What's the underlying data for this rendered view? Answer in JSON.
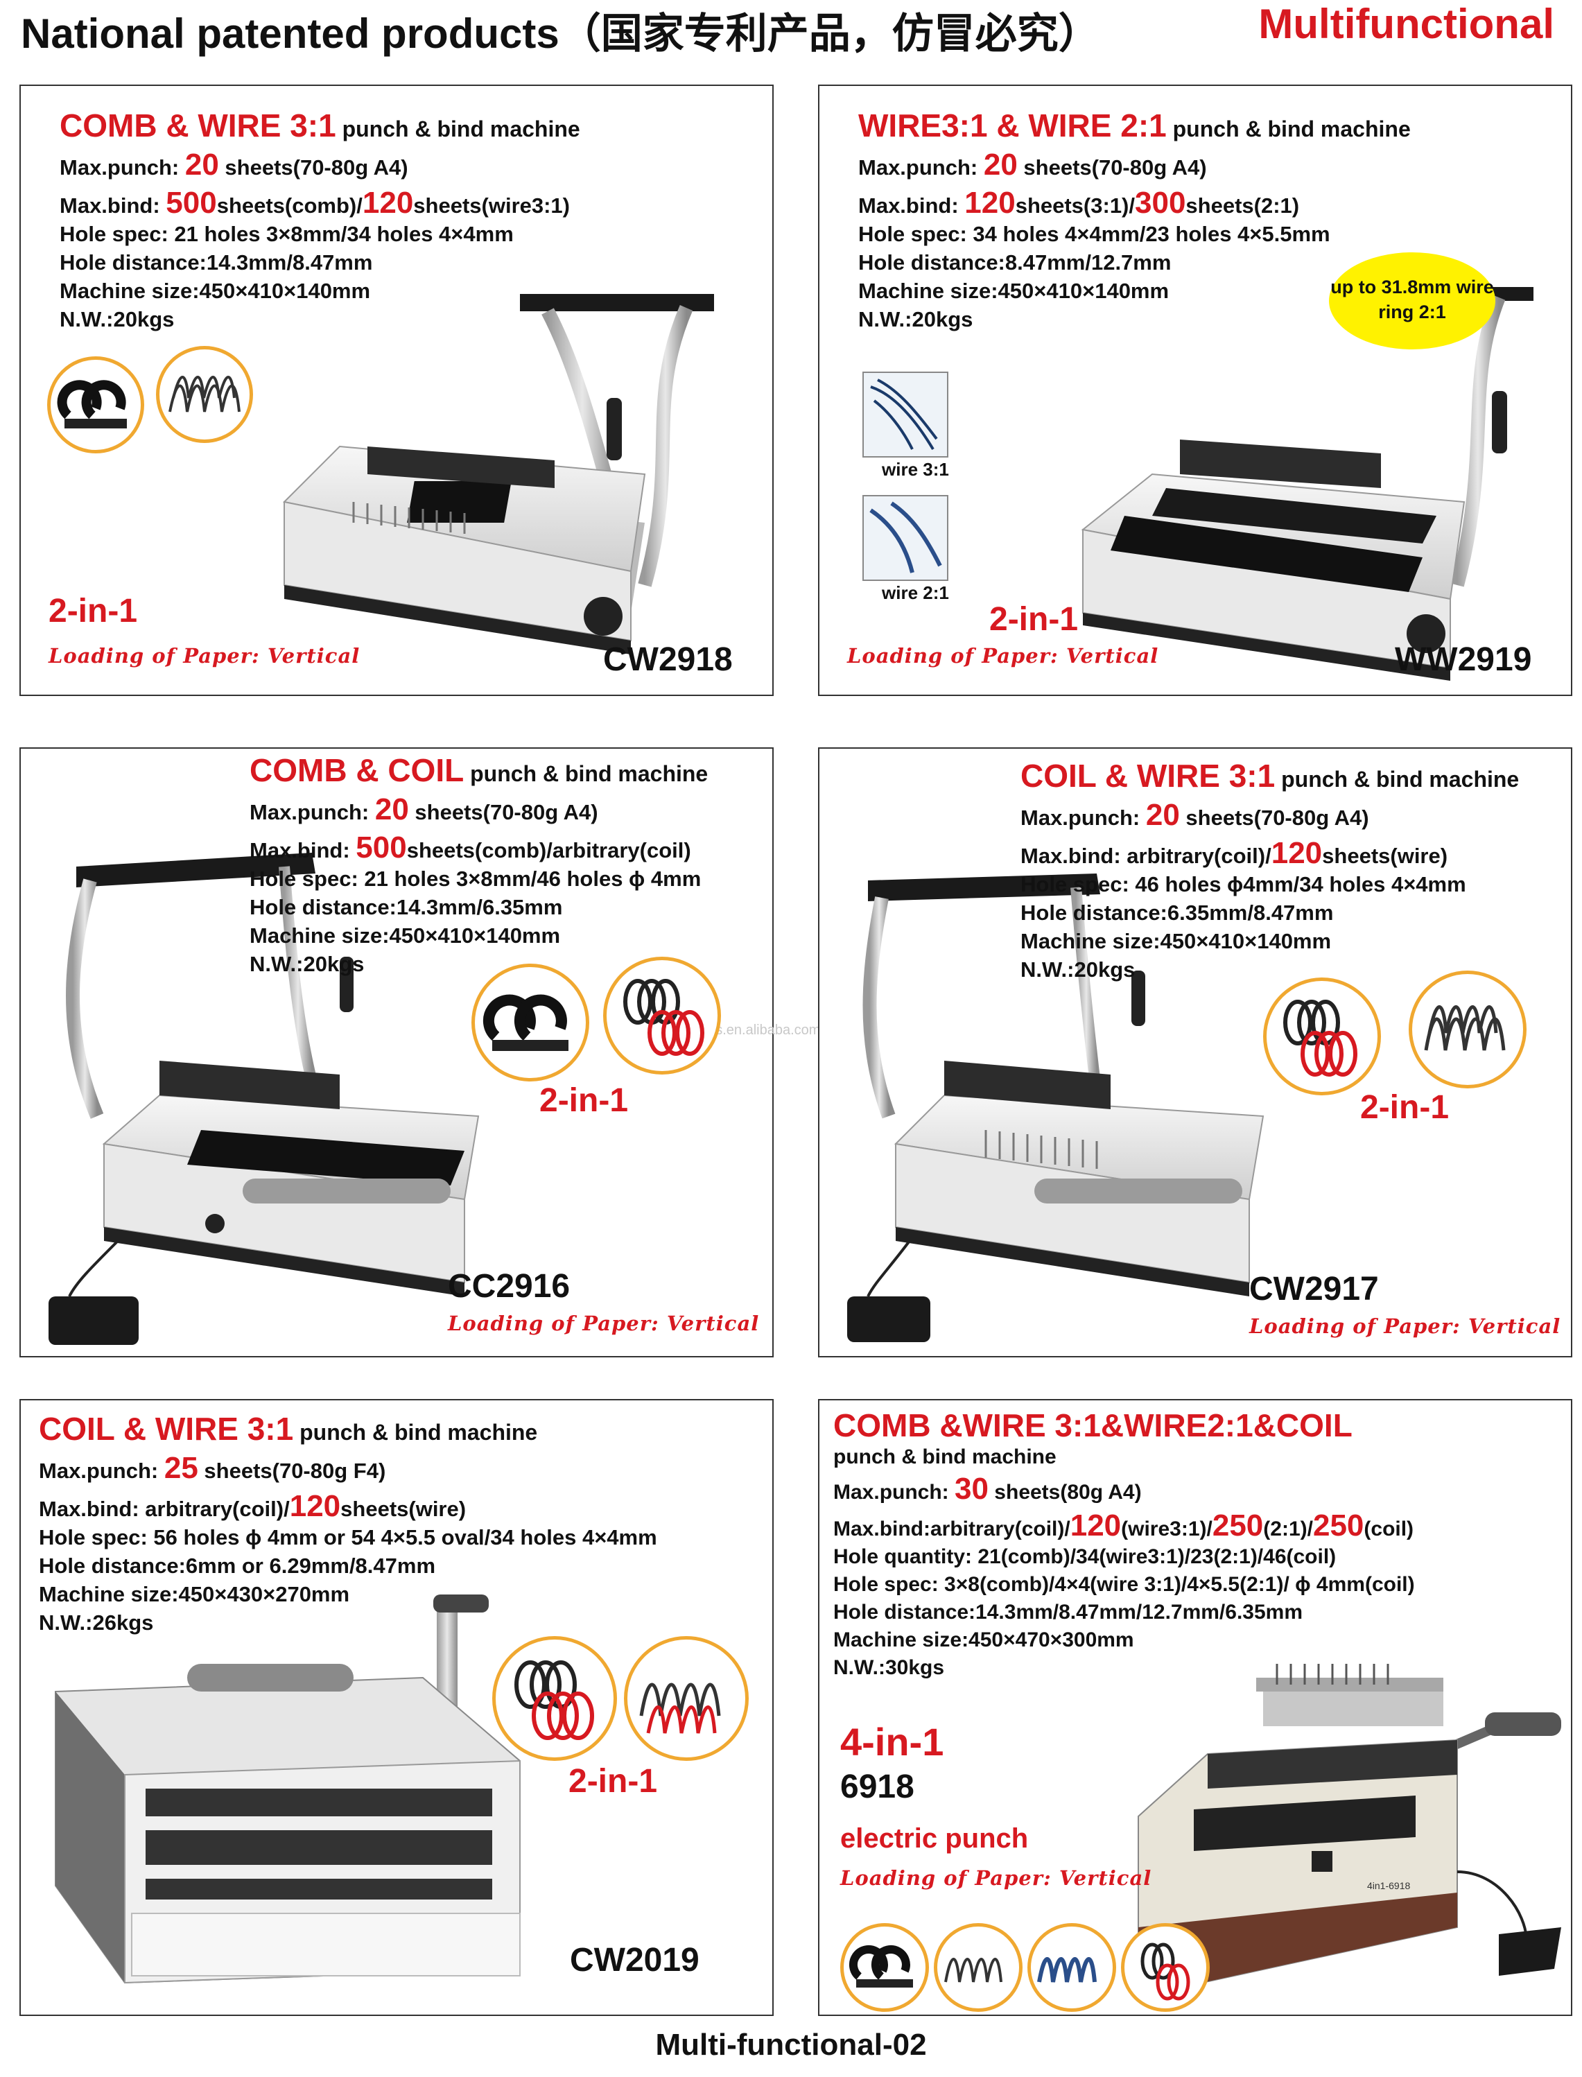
{
  "header": {
    "left": "National patented products（国家专利产品，仿冒必究）",
    "right": "Multifunctional"
  },
  "footer": "Multi-functional-02",
  "watermark": "nofis.en.alibaba.com",
  "panels": [
    {
      "title_red": "COMB & WIRE 3:1",
      "title_rest": " punch & bind machine",
      "punch_label": "Max.punch: ",
      "punch_num": "20",
      "punch_rest": " sheets(70-80g A4)",
      "bind_label": "Max.bind: ",
      "bind_num1": "500",
      "bind_mid": "sheets(comb)/",
      "bind_num2": "120",
      "bind_rest": "sheets(wire3:1)",
      "hole_spec": "Hole spec: 21 holes 3×8mm/34 holes 4×4mm",
      "hole_distance": "Hole distance:14.3mm/8.47mm",
      "machine_size": "Machine size:450×410×140mm",
      "nw": "N.W.:20kgs",
      "tag": "2-in-1",
      "loading": "Loading of Paper: Vertical",
      "model": "CW2918"
    },
    {
      "title_red": "WIRE3:1 & WIRE 2:1",
      "title_rest": " punch & bind machine",
      "punch_label": "Max.punch: ",
      "punch_num": "20",
      "punch_rest": " sheets(70-80g A4)",
      "bind_label": "Max.bind: ",
      "bind_num1": "120",
      "bind_mid": "sheets(3:1)/",
      "bind_num2": "300",
      "bind_rest": "sheets(2:1)",
      "hole_spec": "Hole spec: 34 holes 4×4mm/23 holes 4×5.5mm",
      "hole_distance": "Hole distance:8.47mm/12.7mm",
      "machine_size": "Machine size:450×410×140mm",
      "nw": "N.W.:20kgs",
      "badge": "up to 31.8mm wire ring 2:1",
      "swatch1": "wire 3:1",
      "swatch2": "wire 2:1",
      "tag": "2-in-1",
      "loading": "Loading of Paper: Vertical",
      "model": "WW2919"
    },
    {
      "title_red": "COMB & COIL",
      "title_rest": " punch & bind machine",
      "punch_label": "Max.punch: ",
      "punch_num": "20",
      "punch_rest": " sheets(70-80g A4)",
      "bind_label": "Max.bind: ",
      "bind_num1": "500",
      "bind_mid": "sheets(comb)/arbitrary(coil)",
      "bind_num2": "",
      "bind_rest": "",
      "hole_spec": "Hole spec: 21 holes 3×8mm/46 holes ϕ 4mm",
      "hole_distance": "Hole distance:14.3mm/6.35mm",
      "machine_size": "Machine size:450×410×140mm",
      "nw": "N.W.:20kgs",
      "tag": "2-in-1",
      "loading": "Loading of Paper: Vertical",
      "model": "CC2916"
    },
    {
      "title_red": "COIL & WIRE 3:1",
      "title_rest": " punch & bind machine",
      "punch_label": "Max.punch: ",
      "punch_num": "20",
      "punch_rest": " sheets(70-80g A4)",
      "bind_label": "Max.bind: arbitrary(coil)/",
      "bind_num1": "120",
      "bind_mid": "sheets(wire)",
      "bind_num2": "",
      "bind_rest": "",
      "hole_spec": "Hole spec: 46 holes ϕ4mm/34 holes 4×4mm",
      "hole_distance": "Hole distance:6.35mm/8.47mm",
      "machine_size": "Machine size:450×410×140mm",
      "nw": "N.W.:20kgs",
      "tag": "2-in-1",
      "loading": "Loading of Paper: Vertical",
      "model": "CW2917"
    },
    {
      "title_red": "COIL & WIRE 3:1",
      "title_rest": " punch & bind machine",
      "punch_label": "Max.punch: ",
      "punch_num": "25",
      "punch_rest": " sheets(70-80g F4)",
      "bind_label": "Max.bind: arbitrary(coil)/",
      "bind_num1": "120",
      "bind_mid": "sheets(wire)",
      "bind_num2": "",
      "bind_rest": "",
      "hole_spec": "Hole spec: 56 holes ϕ 4mm or 54 4×5.5 oval/34 holes 4×4mm",
      "hole_distance": "Hole distance:6mm or 6.29mm/8.47mm",
      "machine_size": "Machine size:450×430×270mm",
      "nw": "N.W.:26kgs",
      "tag": "2-in-1",
      "model": "CW2019"
    },
    {
      "title_red": "COMB &WIRE 3:1&WIRE2:1&COIL",
      "title_sub": "punch & bind machine",
      "punch_label": "Max.punch: ",
      "punch_num": "30",
      "punch_rest": " sheets(80g A4)",
      "bind_label": "Max.bind:arbitrary(coil)/",
      "bind_num1": "120",
      "bind_mid": "(wire3:1)/",
      "bind_num2": "250",
      "bind_mid2": "(2:1)/",
      "bind_num3": "250",
      "bind_rest": "(coil)",
      "hole_quantity": "Hole quantity: 21(comb)/34(wire3:1)/23(2:1)/46(coil)",
      "hole_spec": "Hole spec: 3×8(comb)/4×4(wire 3:1)/4×5.5(2:1)/ ϕ 4mm(coil)",
      "hole_distance": "Hole distance:14.3mm/8.47mm/12.7mm/6.35mm",
      "machine_size": "Machine size:450×470×300mm",
      "nw": "N.W.:30kgs",
      "tag": "4-in-1",
      "model": "6918",
      "electric": "electric punch",
      "loading": "Loading of Paper: Vertical",
      "plate": "4in1-6918"
    }
  ]
}
